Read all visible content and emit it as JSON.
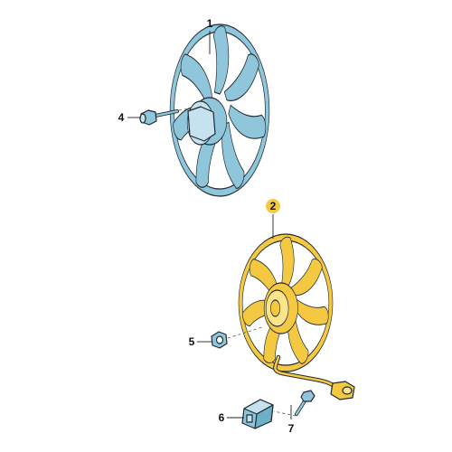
{
  "diagram": {
    "parts": [
      {
        "number": "1",
        "color": "#8fc6dc",
        "highlighted": false
      },
      {
        "number": "2",
        "color": "#f5c842",
        "highlighted": true
      },
      {
        "number": "4",
        "color": "#8fc6dc",
        "highlighted": false
      },
      {
        "number": "5",
        "color": "#8fc6dc",
        "highlighted": false
      },
      {
        "number": "6",
        "color": "#8fc6dc",
        "highlighted": false
      },
      {
        "number": "7",
        "color": "#8fc6dc",
        "highlighted": false
      }
    ],
    "colors": {
      "blue_fill": "#8fc6dc",
      "blue_light": "#c6e2ee",
      "yellow_fill": "#f5c842",
      "yellow_light": "#fbe48c",
      "outline": "#1f2a30",
      "highlight_badge": "#f5c842"
    }
  }
}
